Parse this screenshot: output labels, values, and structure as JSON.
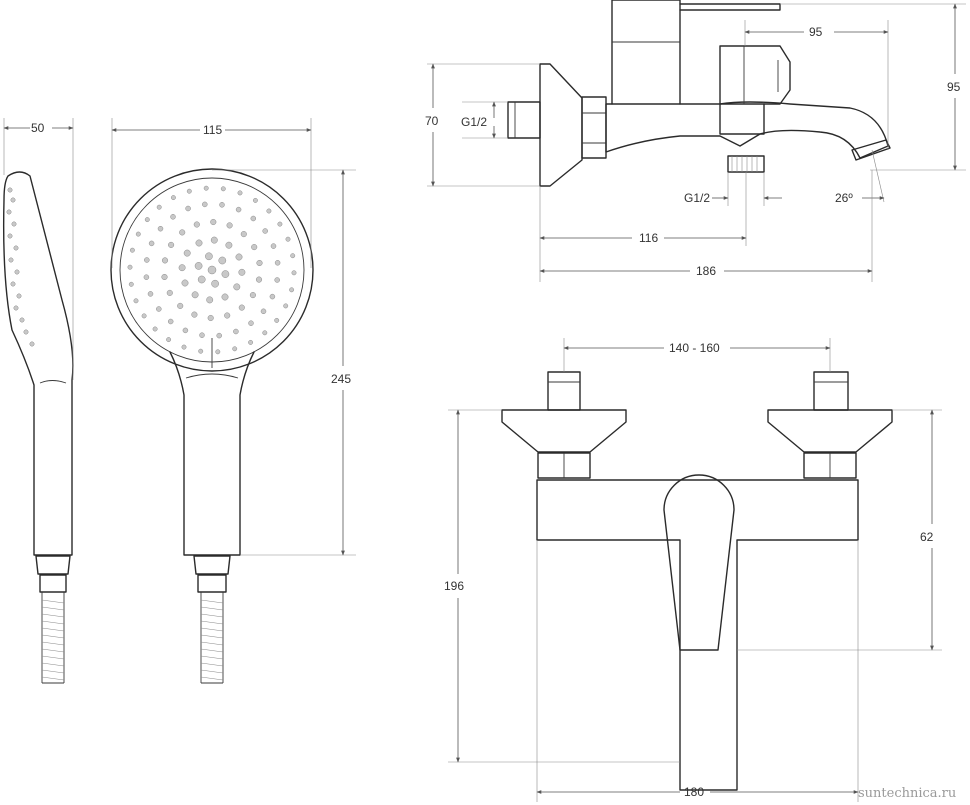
{
  "dimensions": {
    "shower_side_width": "50",
    "shower_front_width": "115",
    "shower_length": "245",
    "tap_height": "70",
    "inlet_thread": "G1/2",
    "spout_offset": "95",
    "spout_height": "95",
    "outlet_thread": "G1/2",
    "spout_angle": "26º",
    "outlet_distance": "116",
    "tap_length": "186",
    "inlet_spacing": "140 - 160",
    "lever_height": "62",
    "total_height": "196",
    "body_width": "180"
  },
  "watermark": "suntechnica.ru",
  "colors": {
    "line": "#2b2b2b",
    "dimension": "#555555",
    "dots": "#c8c8c8"
  }
}
